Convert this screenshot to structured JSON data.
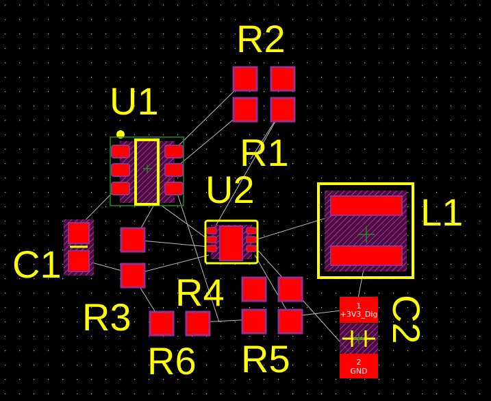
{
  "canvas": {
    "background": "#000000",
    "grid_dot_color": "#b8b8b8",
    "silkscreen_color": "#ffff00",
    "pad_color": "#ff0000",
    "pad_outline_color": "#9b2f8f",
    "ratsnest_color": "#bdbdbd",
    "courtyard_color": "#1f8f1f"
  },
  "components": {
    "R2": "R2",
    "U1": "U1",
    "R1": "R1",
    "U2": "U2",
    "L1": "L1",
    "C1": "C1",
    "R4": "R4",
    "R3": "R3",
    "R6": "R6",
    "R5": "R5",
    "C2": "C2"
  },
  "pad_labels": {
    "c2_pad1_number": "1",
    "c2_pad1_net": "+3V3_Dig",
    "c2_pad2_number": "2",
    "c2_pad2_net": "GND"
  }
}
